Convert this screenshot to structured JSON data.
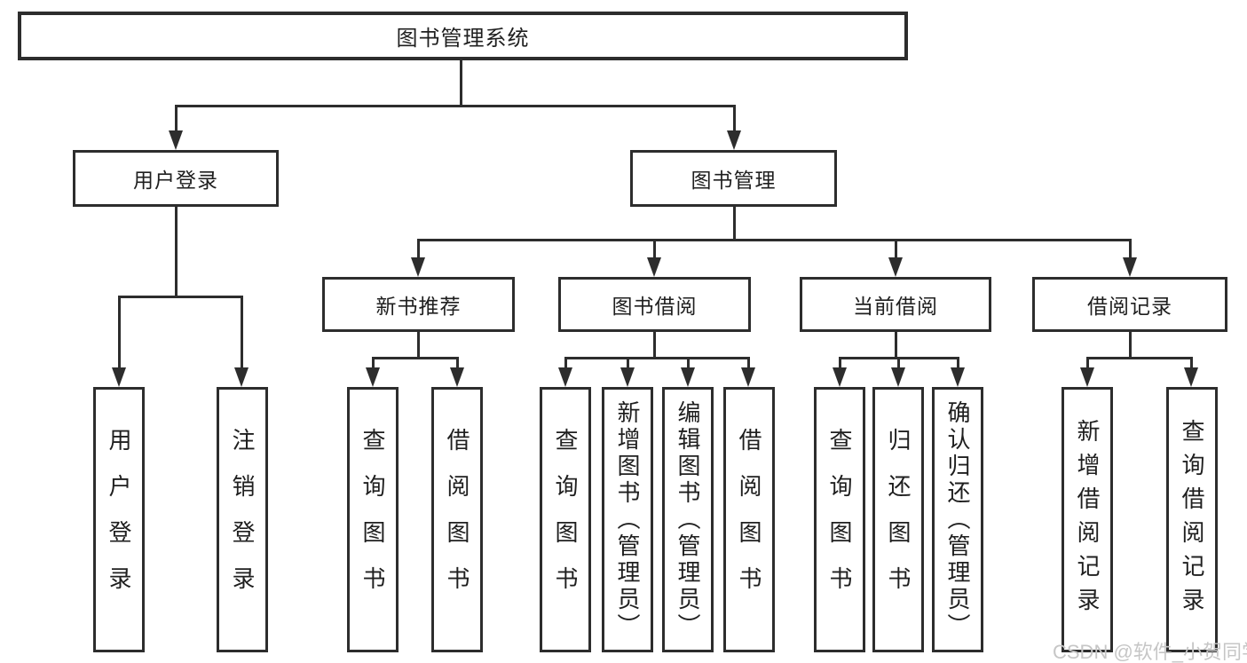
{
  "nodes": {
    "root": "图书管理系统",
    "login": "用户登录",
    "manage": "图书管理",
    "recommend": "新书推荐",
    "borrow": "图书借阅",
    "current": "当前借阅",
    "records": "借阅记录"
  },
  "leaves": {
    "login": [
      "用户登录",
      "注销登录"
    ],
    "recommend": [
      "查询图书",
      "借阅图书"
    ],
    "borrow": [
      "查询图书",
      "新增图书（管理员）",
      "编辑图书（管理员）",
      "借阅图书"
    ],
    "current": [
      "查询图书",
      "归还图书",
      "确认归还（管理员）"
    ],
    "records": [
      "新增借阅记录",
      "查询借阅记录"
    ]
  },
  "watermark": "CSDN @软件_小贺同学",
  "colors": {
    "line": "#2d2d2d",
    "text": "#1f1f1f",
    "watermark": "#c6c6c6",
    "background": "#ffffff"
  },
  "chart_type": "hierarchy-diagram"
}
